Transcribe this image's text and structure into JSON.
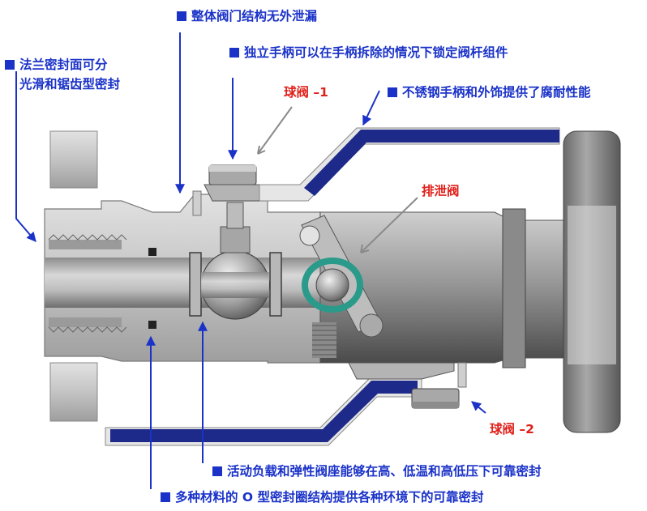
{
  "labels": {
    "whole_body": "整体阀门结构无外泄漏",
    "handle_lock": "独立手柄可以在手柄拆除的情况下锁定阀杆组件",
    "flange_line1": "法兰密封面可分",
    "flange_line2": "光滑和锯齿型密封",
    "ball_valve_1": "球阀 –1",
    "stainless_handle": "不锈钢手柄和外饰提供了腐耐性能",
    "drain_valve": "排泄阀",
    "ball_valve_2": "球阀 –2",
    "live_load": "活动负载和弹性阀座能够在高、低温和高低压下可靠密封",
    "o_ring": "多种材料的 O 型密封圈结构提供各种环境下的可靠密封"
  },
  "colors": {
    "label_blue": "#1a32c8",
    "label_red": "#e0201a",
    "handle_navy": "#1e2a8a",
    "body_gray": "#c9c9c9",
    "dark_gray": "#7a7a7a",
    "seal_green": "#2a9a8a"
  }
}
